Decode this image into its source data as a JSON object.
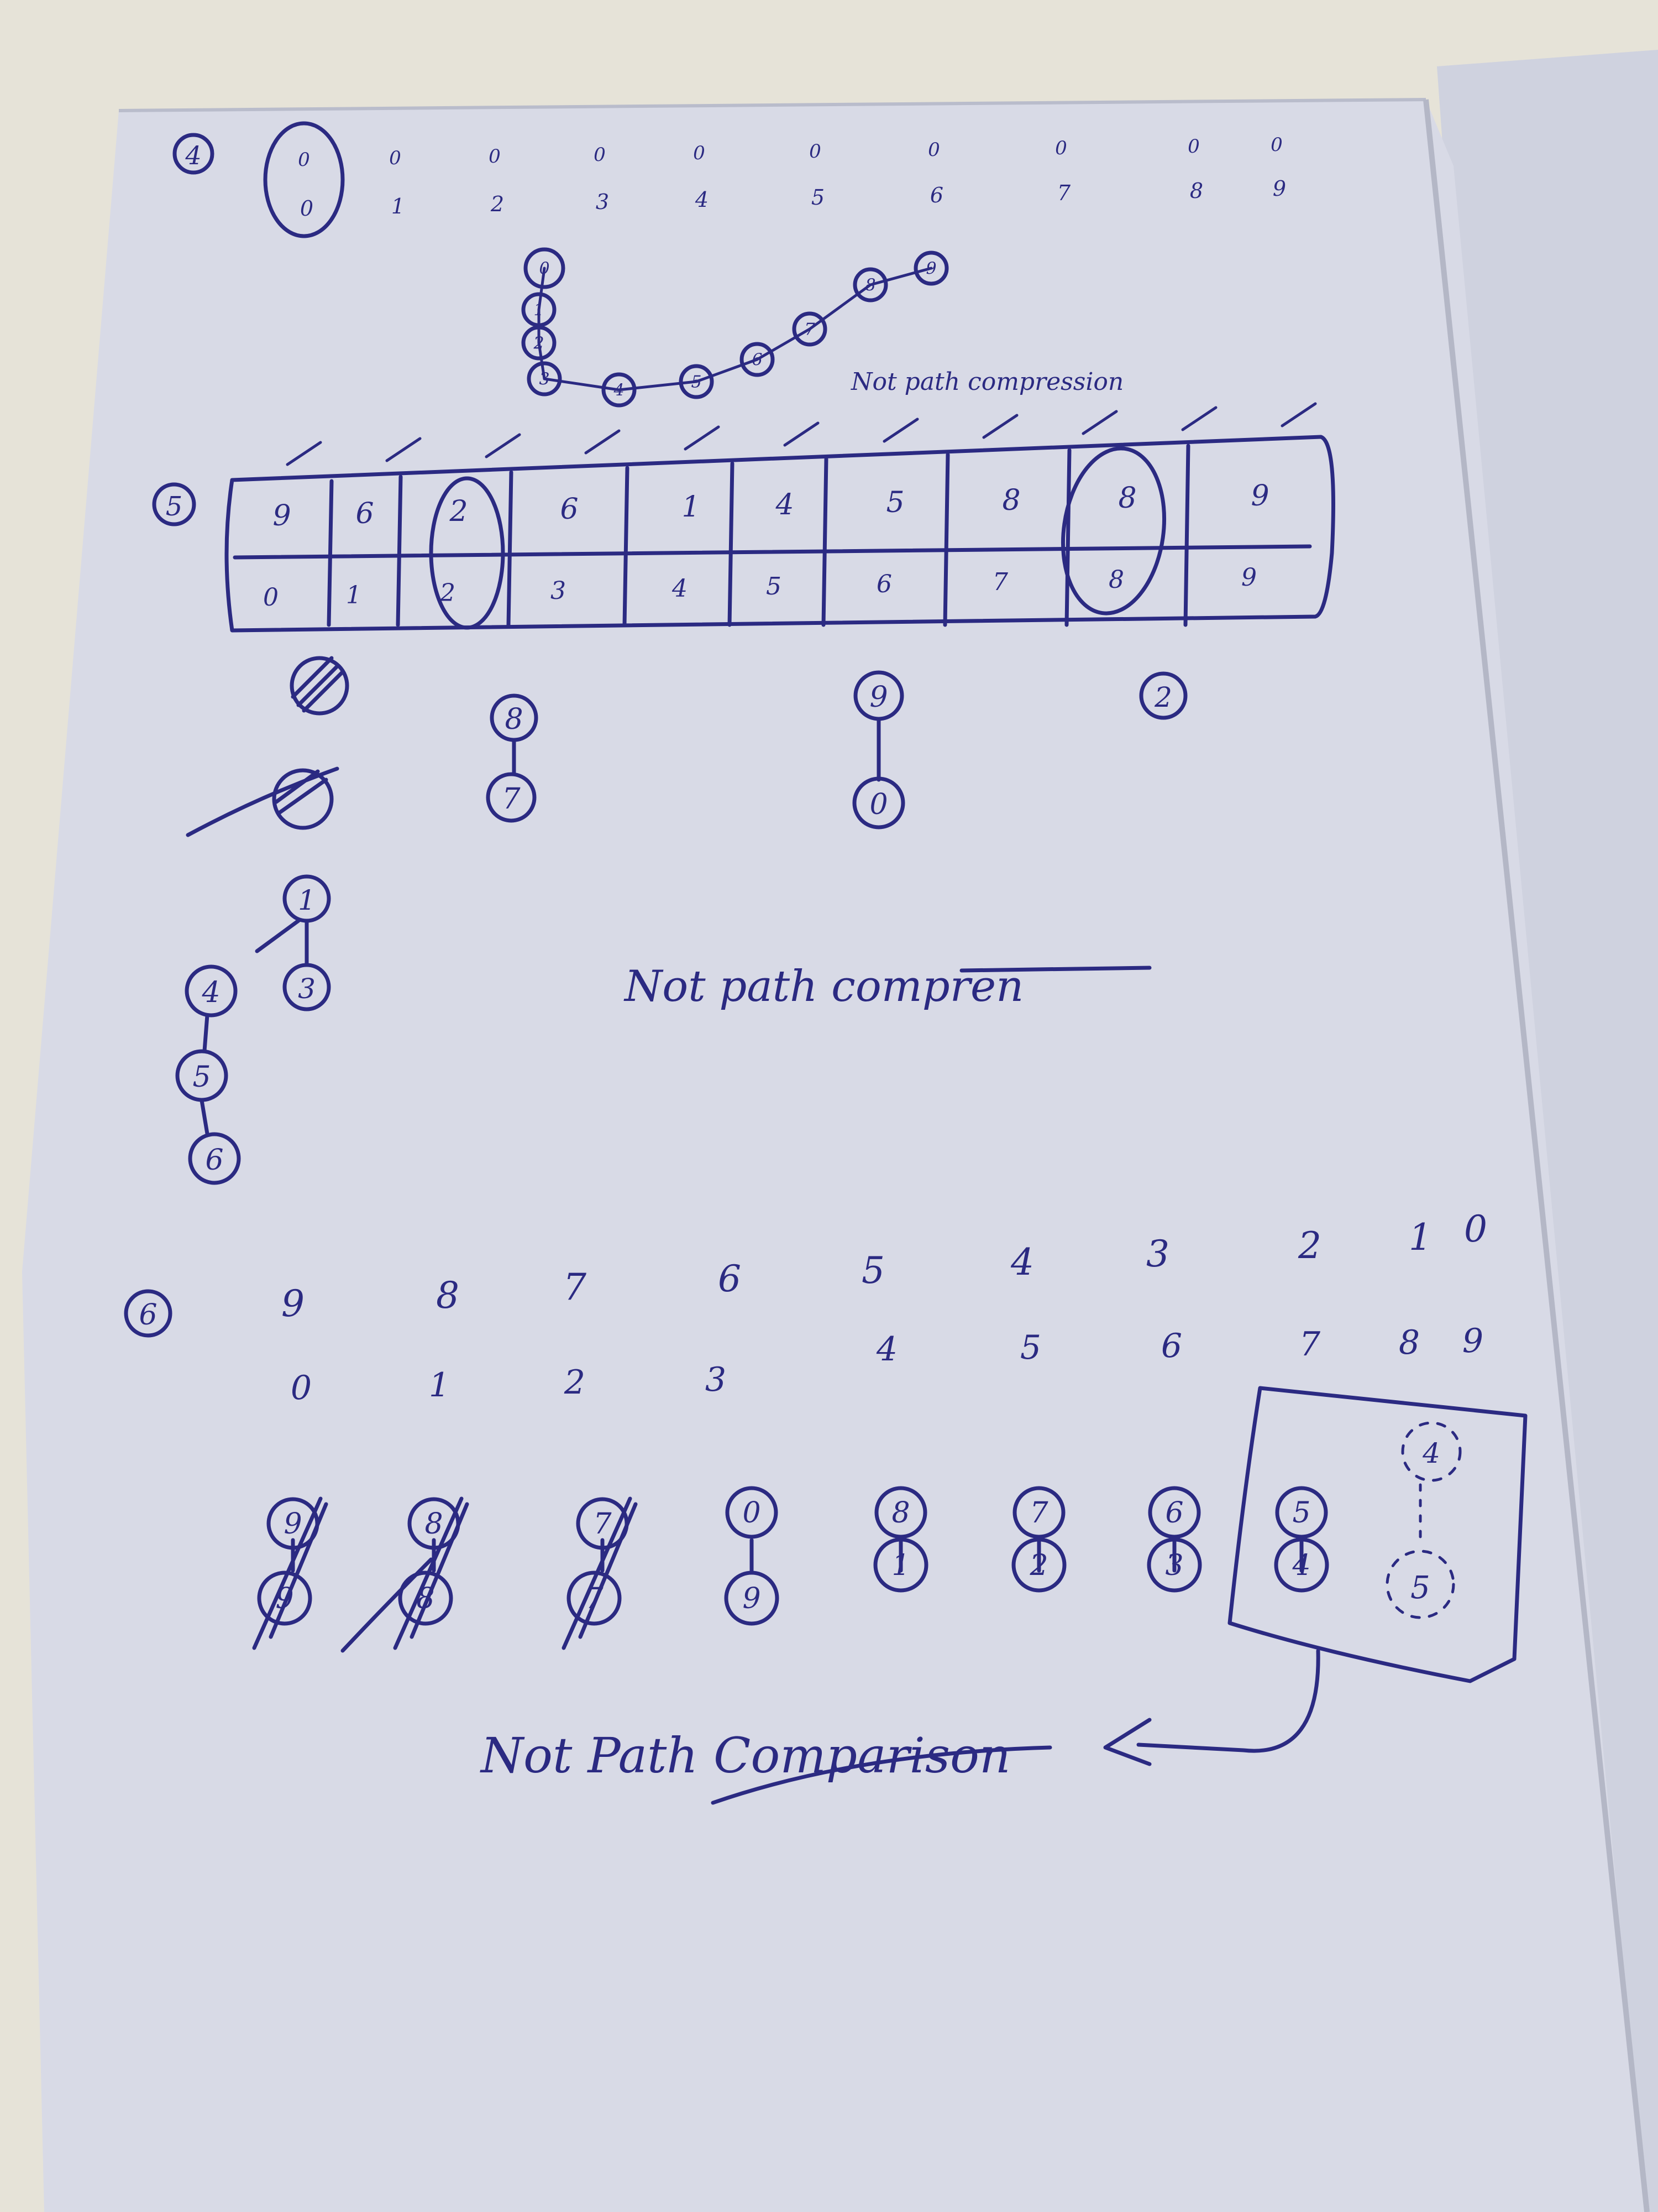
{
  "section4": {
    "label": "4",
    "top_row": [
      "0",
      "0",
      "0",
      "0",
      "0",
      "0",
      "0",
      "0",
      "0",
      "0"
    ],
    "index_row": [
      "0",
      "1",
      "2",
      "3",
      "4",
      "5",
      "6",
      "7",
      "8",
      "9"
    ],
    "chain": [
      "0",
      "1",
      "2",
      "3",
      "4",
      "5",
      "6",
      "7",
      "8",
      "9"
    ],
    "note": "Not path compression"
  },
  "section5": {
    "label": "5",
    "parent_row": [
      "9",
      "6",
      "2",
      "6",
      "1",
      "4",
      "5",
      "8",
      "8",
      "9"
    ],
    "index_row": [
      "0",
      "1",
      "2",
      "3",
      "4",
      "5",
      "6",
      "7",
      "8",
      "9"
    ],
    "trees": {
      "tree_a": {
        "top": "8",
        "bottom": "7"
      },
      "tree_b": {
        "top": "9",
        "bottom": "0"
      },
      "tree_c": {
        "single": "2"
      },
      "tree_d": {
        "top": "1",
        "child": "3"
      },
      "tree_e": {
        "top": "4",
        "mid": "5",
        "bottom": "6"
      }
    },
    "note": "Not path compren"
  },
  "section6": {
    "label": "6",
    "top_row": [
      "9",
      "8",
      "7",
      "6",
      "5",
      "4",
      "3",
      "2",
      "1",
      "0"
    ],
    "index_row": [
      "0",
      "1",
      "2",
      "3",
      "4",
      "5",
      "6",
      "7",
      "8",
      "9"
    ],
    "pairs": [
      {
        "top": "9",
        "bottom": "9"
      },
      {
        "top": "8",
        "bottom": "8"
      },
      {
        "top": "7",
        "bottom": "7"
      },
      {
        "top": "0",
        "bottom": "9"
      },
      {
        "top": "8",
        "bottom": "1"
      },
      {
        "top": "7",
        "bottom": "2"
      },
      {
        "top": "6",
        "bottom": "3"
      },
      {
        "top": "5",
        "bottom": "4"
      }
    ],
    "box": {
      "top": "4",
      "bottom": "5"
    },
    "note": "Not Path Comparison"
  },
  "colors": {
    "ink": "#2b2a82",
    "paper": "#d9dbe6",
    "desk": "#e4e1d6"
  }
}
